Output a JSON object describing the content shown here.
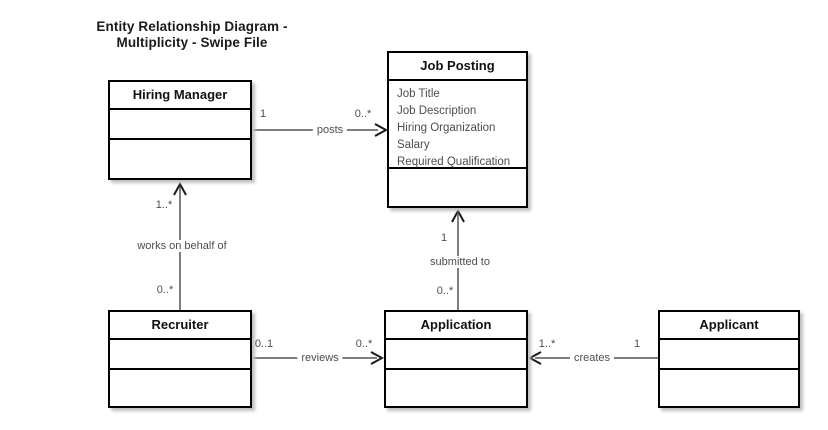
{
  "title": {
    "line1": "Entity Relationship Diagram -",
    "line2": "Multiplicity - Swipe File"
  },
  "entities": {
    "hiring_manager": {
      "name": "Hiring Manager",
      "attributes": []
    },
    "job_posting": {
      "name": "Job Posting",
      "attributes": [
        "Job Title",
        "Job Description",
        "Hiring Organization",
        "Salary",
        "Required Qualification"
      ]
    },
    "recruiter": {
      "name": "Recruiter",
      "attributes": []
    },
    "application": {
      "name": "Application",
      "attributes": []
    },
    "applicant": {
      "name": "Applicant",
      "attributes": []
    }
  },
  "relationships": {
    "posts": {
      "label": "posts",
      "source": "Hiring Manager",
      "target": "Job Posting",
      "source_multiplicity": "1",
      "target_multiplicity": "0..*"
    },
    "works_on_behalf_of": {
      "label": "works on behalf of",
      "source": "Recruiter",
      "target": "Hiring Manager",
      "source_multiplicity": "0..*",
      "target_multiplicity": "1..*"
    },
    "submitted_to": {
      "label": "submitted to",
      "source": "Application",
      "target": "Job Posting",
      "source_multiplicity": "0..*",
      "target_multiplicity": "1"
    },
    "reviews": {
      "label": "reviews",
      "source": "Recruiter",
      "target": "Application",
      "source_multiplicity": "0..1",
      "target_multiplicity": "0..*"
    },
    "creates": {
      "label": "creates",
      "source": "Applicant",
      "target": "Application",
      "source_multiplicity": "1",
      "target_multiplicity": "1..*"
    }
  },
  "colors": {
    "background": "#ffffff",
    "box_border": "#000000",
    "box_shadow": "#c0c0c0",
    "connector_line": "#7f7f7f",
    "arrowhead": "#1a1a1a",
    "title_text": "#1a1a1a",
    "attribute_text": "#4d4d4d",
    "label_text": "#4d4d4d"
  }
}
